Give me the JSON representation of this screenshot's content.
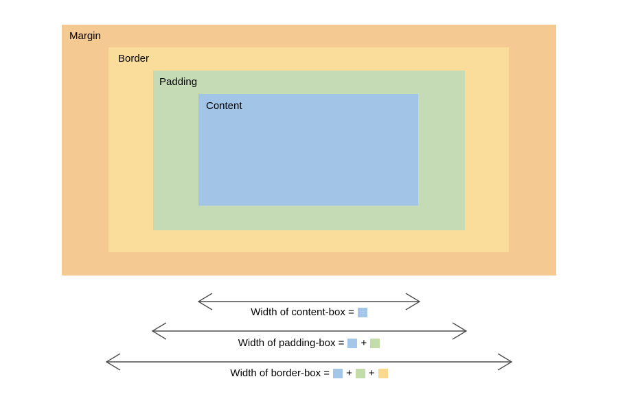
{
  "boxes": {
    "margin": {
      "label": "Margin"
    },
    "border": {
      "label": "Border"
    },
    "padding": {
      "label": "Padding"
    },
    "content": {
      "label": "Content"
    }
  },
  "colors": {
    "margin": "#f5c992",
    "border": "#fbdd9b",
    "padding": "#c5dbb5",
    "content": "#a1c4e7",
    "swatch_blue": "#a3c6e9",
    "swatch_green": "#c4dcaa",
    "swatch_yellow": "#fbd98f",
    "arrow": "#4d4d4d"
  },
  "measurements": {
    "content_box": {
      "label": "Width of content-box ="
    },
    "padding_box": {
      "label": "Width of padding-box ="
    },
    "border_box": {
      "label": "Width of border-box ="
    },
    "plus": "+"
  }
}
